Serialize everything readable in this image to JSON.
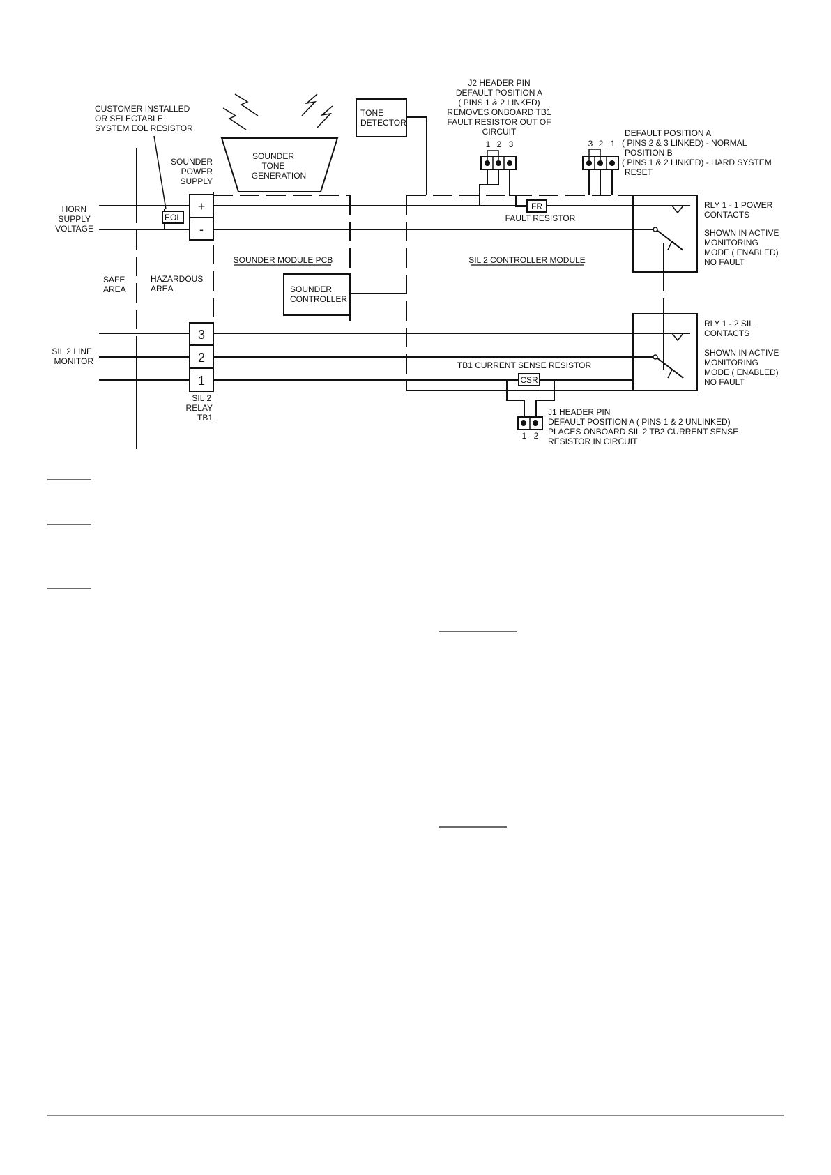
{
  "diagram": {
    "customer_eol": [
      "CUSTOMER INSTALLED",
      "OR SELECTABLE",
      "SYSTEM EOL RESISTOR"
    ],
    "sounder_power": [
      "SOUNDER",
      "POWER",
      "SUPPLY"
    ],
    "horn_supply": [
      "HORN",
      "SUPPLY",
      "VOLTAGE"
    ],
    "eol_label": "EOL",
    "plus_label": "+",
    "minus_label": "-",
    "tone_generation": [
      "SOUNDER",
      "TONE",
      "GENERATION"
    ],
    "tone_detector": [
      "TONE",
      "DETECTOR"
    ],
    "j2_header": [
      "J2 HEADER PIN",
      "DEFAULT POSITION A",
      "( PINS 1 & 2 LINKED)",
      "REMOVES ONBOARD TB1",
      "FAULT RESISTOR OUT OF",
      "CIRCUIT"
    ],
    "j2_pins": [
      "1",
      "2",
      "3"
    ],
    "j3_pins": [
      "3",
      "2",
      "1"
    ],
    "default_pos": [
      "DEFAULT POSITION A",
      "( PINS 2 & 3 LINKED)  - NORMAL",
      "POSITION B",
      "( PINS 1 & 2 LINKED)  - HARD SYSTEM",
      "RESET"
    ],
    "fr_label": "FR",
    "fault_resistor": "FAULT RESISTOR",
    "rly1": [
      "RLY 1 - 1 POWER",
      "CONTACTS"
    ],
    "shown_active_1": [
      "SHOWN IN ACTIVE",
      "MONITORING",
      "MODE (  ENABLED)",
      "NO FAULT"
    ],
    "sounder_module_pcb": "SOUNDER MODULE PCB",
    "sil2_controller": "SIL 2 CONTROLLER MODULE",
    "safe_area": [
      "SAFE",
      "AREA"
    ],
    "hazardous_area": [
      "HAZARDOUS",
      "AREA"
    ],
    "sounder_controller": [
      "SOUNDER",
      "CONTROLLER"
    ],
    "rly2": [
      "RLY 1 - 2 SIL",
      "CONTACTS"
    ],
    "shown_active_2": [
      "SHOWN IN ACTIVE",
      "MONITORING",
      "MODE (  ENABLED)",
      "NO FAULT"
    ],
    "tb_3": "3",
    "tb_2": "2",
    "tb_1": "1",
    "sil2_line_monitor": [
      "SIL 2 LINE",
      "MONITOR"
    ],
    "tb1_csr": "TB1 CURRENT SENSE RESISTOR",
    "csr_label": "CSR",
    "sil2_relay": [
      "SIL 2",
      "RELAY",
      "TB1"
    ],
    "j1_header": [
      "J1 HEADER PIN",
      "DEFAULT POSITION A (  PINS 1 & 2 UNLINKED)",
      "PLACES ONBOARD SIL 2 TB2 CURRENT SENSE",
      "RESISTOR IN CIRCUIT"
    ],
    "j1_pins": [
      "1",
      "2"
    ]
  }
}
